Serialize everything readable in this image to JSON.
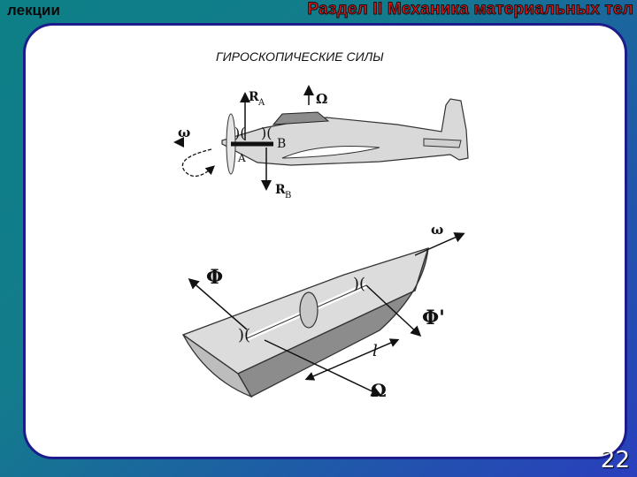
{
  "header": {
    "left": "лекции",
    "right": "Раздел II Механика материальных тел"
  },
  "slide": {
    "title": "ГИРОСКОПИЧЕСКИЕ СИЛЫ",
    "page_number": "22"
  },
  "airplane_figure": {
    "label_RA": "R",
    "label_RA_sub": "A",
    "label_Omega": "Ω",
    "label_omega": "ω",
    "label_B": "B",
    "label_A": "A",
    "label_RB": "R",
    "label_RB_sub": "B"
  },
  "boat_figure": {
    "label_omega": "ω",
    "label_Phi": "Φ",
    "label_Phi_prime": "Φ'",
    "label_l": "l",
    "label_Omega": "Ω"
  },
  "colors": {
    "header_accent": "#e3161a",
    "panel_border": "#1c1c8c",
    "figure_fill_light": "#d9d9d9",
    "figure_fill_dark": "#8c8c8c"
  }
}
